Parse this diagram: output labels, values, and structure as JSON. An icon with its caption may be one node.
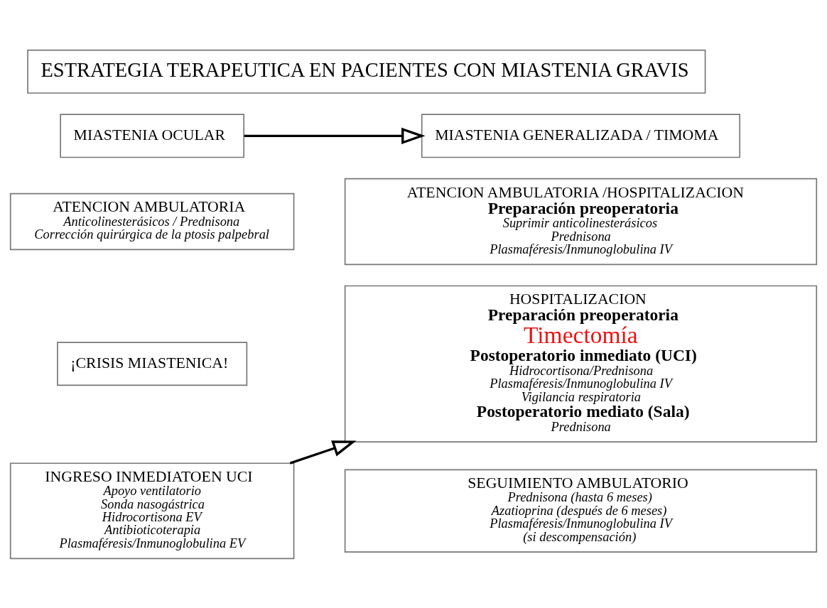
{
  "diagram": {
    "nodes": [
      {
        "text": [
          "ESTRATEGIA TERAPEUTICA EN PACIENTES CON MIASTENIA GRAVIS"
        ]
      },
      {
        "text": [
          "MIASTENIA OCULAR"
        ]
      },
      {
        "text": [
          "MIASTENIA GENERALIZADA / TIMOMA"
        ]
      },
      {
        "text": [
          "ATENCION AMBULATORIA",
          "Anticolinesterásicos / Prednisona",
          "Corrección quirúrgica de la ptosis palpebral"
        ]
      },
      {
        "text": [
          "ATENCION AMBULATORIA /HOSPITALIZACION",
          "Preparación preoperatoria",
          "Suprimir anticolinesterásicos",
          "Prednisona",
          "Plasmaféresis/Inmunoglobulina IV"
        ]
      },
      {
        "text": [
          "¡CRISIS MIASTENICA!"
        ]
      },
      {
        "text": [
          "INGRESO INMEDIATOEN UCI",
          "Apoyo ventilatorio",
          "Sonda nasogástrica",
          "Hidrocortisona EV",
          "Antibioticoterapia",
          "Plasmaféresis/Inmunoglobulina EV"
        ]
      },
      {
        "text": [
          "HOSPITALIZACION",
          "Preparación preoperatoria",
          "Timectomía",
          "Postoperatorio inmediato (UCI)",
          "Hidrocortisona/Prednisona",
          "Plasmaféresis/Inmunoglobulina IV",
          "Vigilancia respiratoria",
          "Postoperatorio mediato (Sala)",
          "Prednisona"
        ]
      },
      {
        "text": [
          "SEGUIMIENTO AMBULATORIO",
          "Prednisona (hasta 6 meses)",
          "Azatioprina (después de 6 meses)",
          "Plasmaféresis/Inmunoglobulina IV",
          "(si descompensación)"
        ]
      }
    ],
    "edges": [
      {
        "from": 1,
        "to": 2,
        "arrow": "to"
      },
      {
        "from": 6,
        "to": 7,
        "arrow": "to"
      }
    ]
  }
}
